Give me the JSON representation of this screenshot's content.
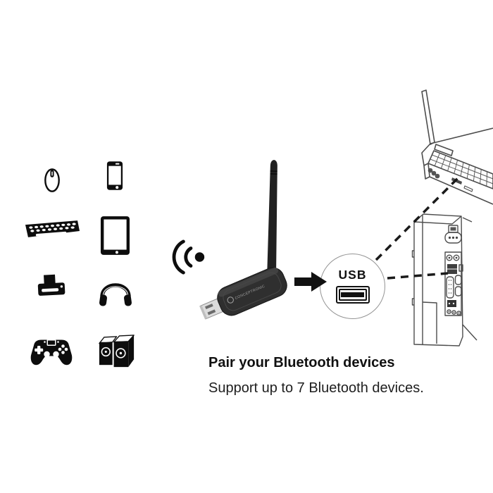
{
  "colors": {
    "background": "#ffffff",
    "icon_ink": "#0d0d0d",
    "line_art": "#4d4d4d",
    "dashed_line": "#1a1a1a",
    "adapter_body": "#2f2f2f",
    "usb_metal": "#dcdcdc",
    "callout_border": "#949494"
  },
  "device_icons": [
    "mouse",
    "smartphone",
    "keyboard",
    "tablet",
    "printer",
    "headphones",
    "game-controller",
    "speakers"
  ],
  "wireless_icon": "bluetooth-signal-waves",
  "adapter": {
    "brand": "CONCEPTRONIC"
  },
  "usb_callout": {
    "label": "USB"
  },
  "caption": {
    "title": "Pair your Bluetooth devices",
    "subtitle": "Support up to 7 Bluetooth devices."
  }
}
